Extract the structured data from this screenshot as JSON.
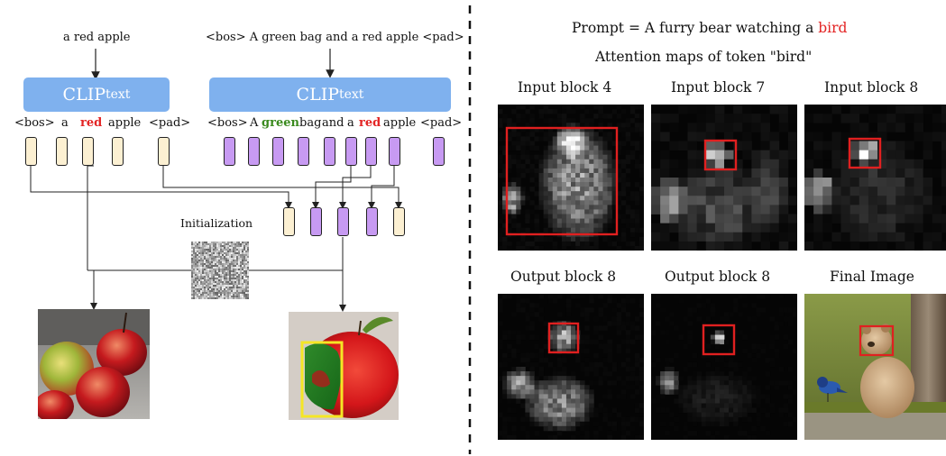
{
  "left": {
    "prompt_single": "a red apple",
    "prompt_composite": "<bos> A green bag and a red apple <pad>",
    "clip_main": "CLIP",
    "clip_sub": "text",
    "tokens_single": [
      "<bos>",
      "a",
      "red",
      "apple",
      "<pad>"
    ],
    "tokens_composite": [
      "<bos>",
      "A",
      "green",
      "bag",
      "and",
      "a",
      "red",
      "apple",
      "<pad>"
    ],
    "initialization_label": "Initialization",
    "colors": {
      "clip": "#7fb1ee",
      "token_single": "#fcf0d2",
      "token_composite": "#c79af2",
      "red_word": "#e32424",
      "green_word": "#3a8a1e",
      "highlight_box": "#f5e625"
    }
  },
  "right": {
    "prompt_prefix": "Prompt = A furry bear watching a ",
    "prompt_keyword": "bird",
    "subtitle": "Attention maps of token \"bird\"",
    "panels": [
      {
        "title": "Input block 4"
      },
      {
        "title": "Input block 7"
      },
      {
        "title": "Input block 8"
      },
      {
        "title": "Output block 8"
      },
      {
        "title": "Output block 8"
      },
      {
        "title": "Final Image"
      }
    ],
    "colors": {
      "keyword": "#e32424",
      "box": "#e02020"
    }
  }
}
